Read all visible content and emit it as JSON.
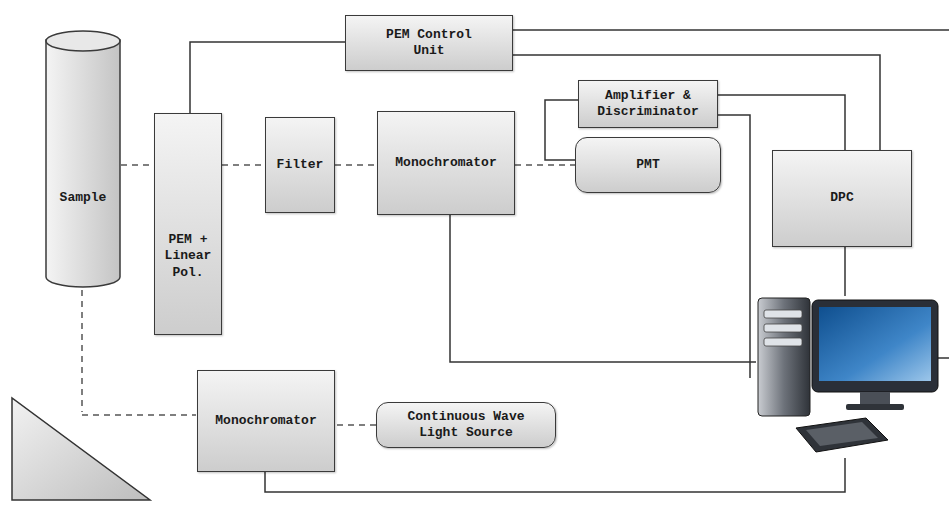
{
  "diagram": {
    "nodes": [
      {
        "text": [
          "PEM Control Unit"
        ]
      },
      {
        "text": [
          "Sample"
        ]
      },
      {
        "text": [
          "PEM + Linear Pol."
        ]
      },
      {
        "text": [
          "Filter"
        ]
      },
      {
        "text": [
          "Monochromator"
        ]
      },
      {
        "text": [
          "Amplifier & Discriminator"
        ]
      },
      {
        "text": [
          "PMT"
        ]
      },
      {
        "text": [
          "DPC"
        ]
      },
      {
        "text": [
          "Monochromator"
        ]
      },
      {
        "text": [
          "Continuous Wave Light Source"
        ]
      }
    ],
    "edges": [
      {
        "from": 0,
        "to": 2,
        "arrow": "none"
      },
      {
        "from": 0,
        "to": 7,
        "arrow": "none"
      },
      {
        "from": 5,
        "to": 6,
        "arrow": "none"
      },
      {
        "from": 5,
        "to": 7,
        "arrow": "none"
      },
      {
        "from": 1,
        "to": 2,
        "arrow": "none"
      },
      {
        "from": 2,
        "to": 3,
        "arrow": "none"
      },
      {
        "from": 3,
        "to": 4,
        "arrow": "none"
      },
      {
        "from": 4,
        "to": 6,
        "arrow": "none"
      },
      {
        "from": 9,
        "to": 8,
        "arrow": "none"
      }
    ]
  }
}
